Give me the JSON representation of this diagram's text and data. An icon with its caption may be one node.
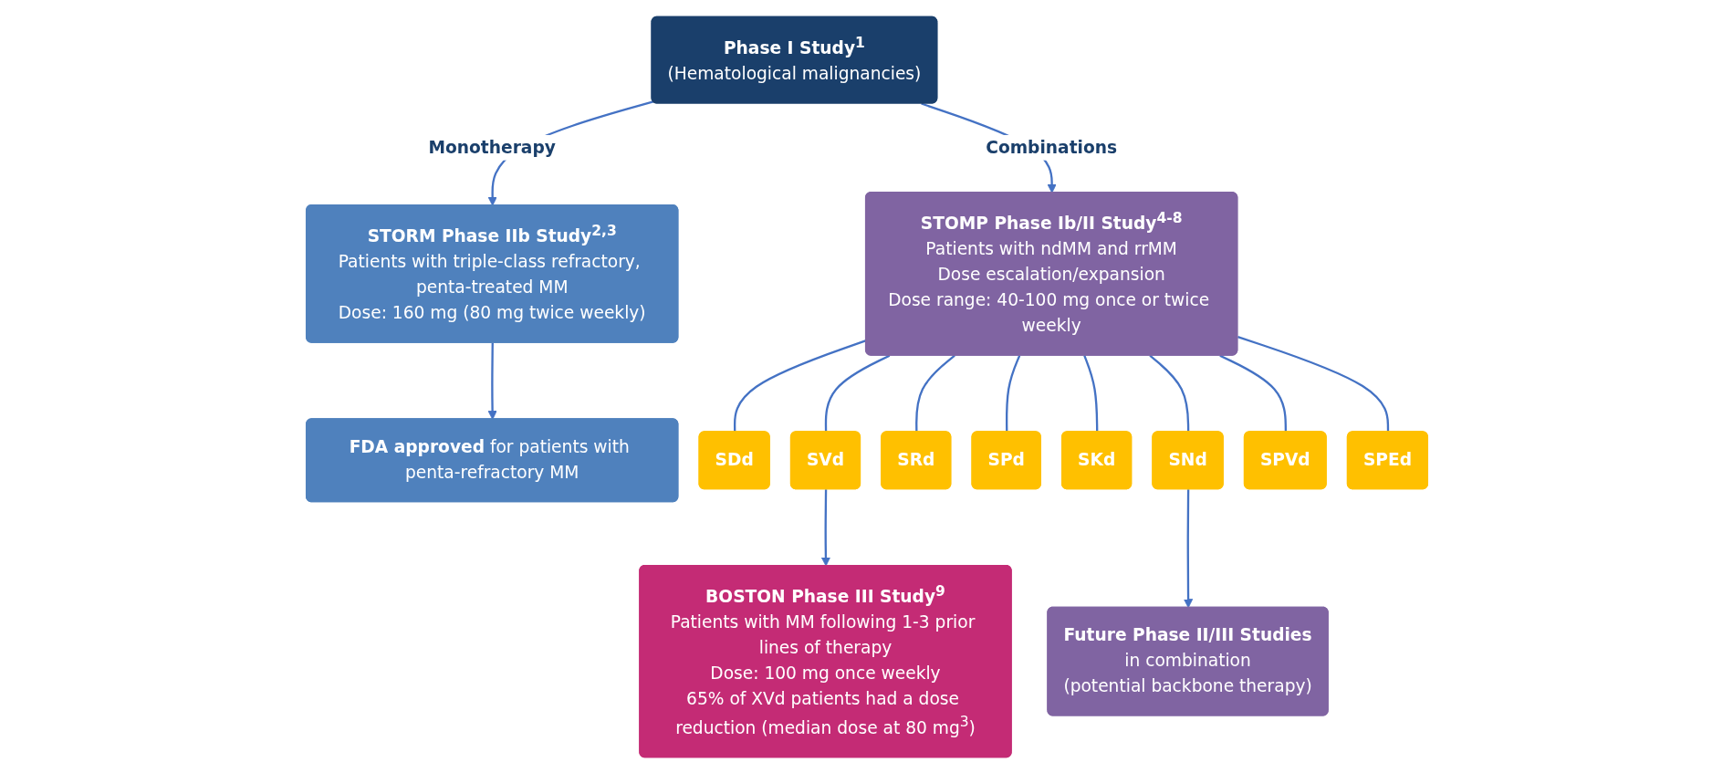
{
  "diagram": {
    "nodes": [
      {
        "text": [
          "Phase I Study$^{1}$",
          "(Hematological malignancies)"
        ]
      },
      {
        "text": [
          "STORM Phase IIb Study$^{2,3}$",
          "Patients with triple-class refractory, penta-treated MM",
          "Dose: 160 mg (80 mg twice weekly)"
        ]
      },
      {
        "text": [
          "**FDA approved** for patients with penta-refractory MM"
        ]
      },
      {
        "text": [
          "STOMP Phase Ib/II Study$^{4-8}$",
          "Patients with ndMM and rrMM",
          "Dose escalation/expansion",
          "Dose range: 40-100 mg once or twice weekly"
        ]
      },
      {
        "text": [
          "SDd"
        ]
      },
      {
        "text": [
          "SVd"
        ]
      },
      {
        "text": [
          "SRd"
        ]
      },
      {
        "text": [
          "SPd"
        ]
      },
      {
        "text": [
          "SKd"
        ]
      },
      {
        "text": [
          "SNd"
        ]
      },
      {
        "text": [
          "SPVd"
        ]
      },
      {
        "text": [
          "SPEd"
        ]
      },
      {
        "text": [
          "BOSTON Phase III Study$^{9}$",
          "Patients with MM following 1-3 prior lines of therapy",
          "Dose: 100 mg once weekly",
          "65% of XVd patients had a dose reduction (median dose at 80 mg$^{3}$)"
        ]
      },
      {
        "text": [
          "Future Phase II/III Studies",
          "in combination",
          "(potential backbone therapy)"
        ]
      }
    ],
    "edges": [
      {
        "from": 0,
        "to": 1,
        "arrow": "to",
        "label": "Monotherapy"
      },
      {
        "from": 0,
        "to": 3,
        "arrow": "to",
        "label": "Combinations"
      },
      {
        "from": 1,
        "to": 2,
        "arrow": "to"
      },
      {
        "from": 3,
        "to": 4,
        "arrow": "none"
      },
      {
        "from": 3,
        "to": 5,
        "arrow": "none"
      },
      {
        "from": 3,
        "to": 6,
        "arrow": "none"
      },
      {
        "from": 3,
        "to": 7,
        "arrow": "none"
      },
      {
        "from": 3,
        "to": 8,
        "arrow": "none"
      },
      {
        "from": 3,
        "to": 9,
        "arrow": "none"
      },
      {
        "from": 3,
        "to": 10,
        "arrow": "none"
      },
      {
        "from": 3,
        "to": 11,
        "arrow": "none"
      },
      {
        "from": 5,
        "to": 12,
        "arrow": "to"
      },
      {
        "from": 9,
        "to": 13,
        "arrow": "to"
      }
    ]
  }
}
